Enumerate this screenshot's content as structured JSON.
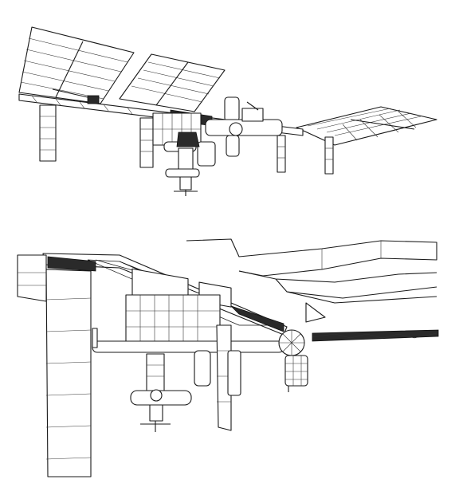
{
  "image": {
    "background": "#ffffff",
    "line_color": "#1a1a1a",
    "views": [
      {
        "name": "overall-view",
        "subject": "space-station-line-art"
      },
      {
        "name": "closeup-view",
        "subject": "space-station-truss-closeup"
      }
    ]
  }
}
